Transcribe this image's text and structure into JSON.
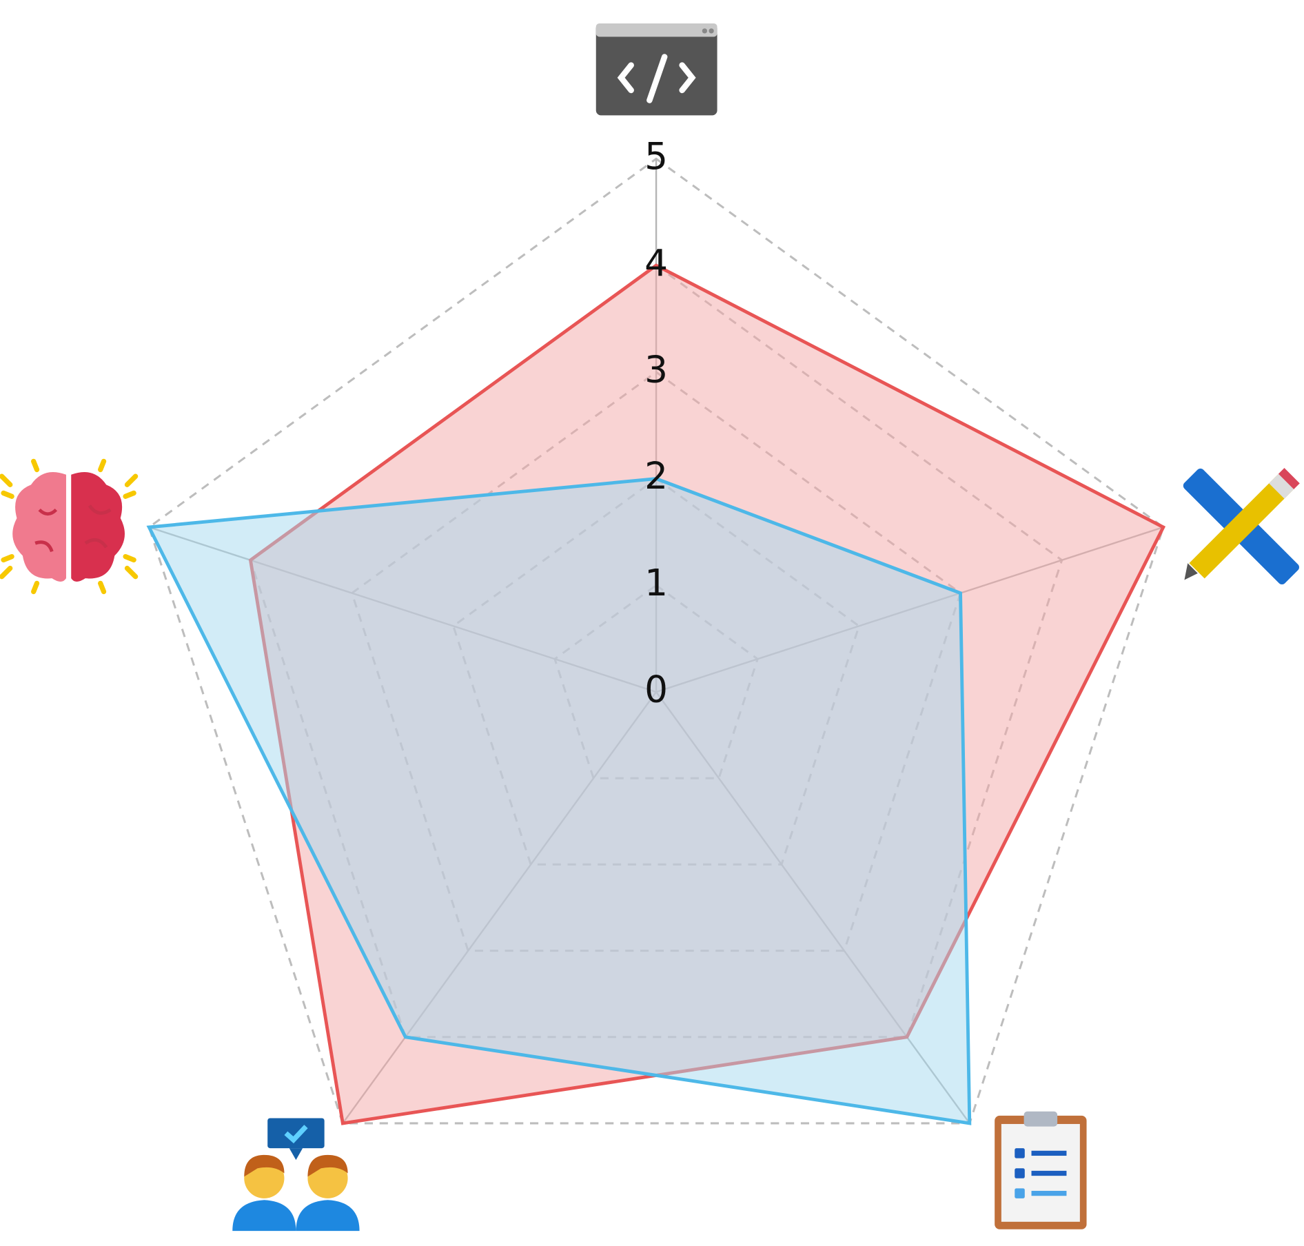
{
  "chart_data": {
    "type": "radar",
    "title": "",
    "axes": [
      {
        "icon": "code-window-icon"
      },
      {
        "icon": "ruler-pencil-icon"
      },
      {
        "icon": "clipboard-list-icon"
      },
      {
        "icon": "team-chat-icon"
      },
      {
        "icon": "brain-icon"
      }
    ],
    "rlim": [
      0,
      5
    ],
    "ticks": [
      "0",
      "1",
      "2",
      "3",
      "4",
      "5"
    ],
    "grid": "dashed",
    "series": [
      {
        "name": "red",
        "color": "#e85555",
        "fill": "#f4a7a7",
        "values": [
          4,
          5,
          4,
          5,
          4
        ]
      },
      {
        "name": "blue",
        "color": "#4db8e8",
        "fill": "#a6daf0",
        "values": [
          2,
          3,
          5,
          4,
          5
        ]
      }
    ]
  }
}
